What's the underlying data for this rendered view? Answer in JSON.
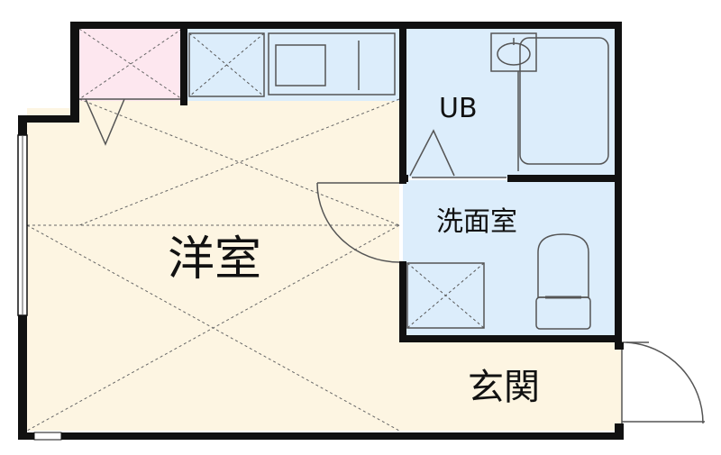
{
  "rooms": {
    "main": "洋室",
    "bath": "UB",
    "washroom": "洗面室",
    "entrance": "玄関"
  },
  "colors": {
    "western_room": "#fdf5e2",
    "wet_area": "#dcedfb",
    "closet": "#fde7ef",
    "wall": "#111111",
    "fixture_line": "#555555"
  }
}
